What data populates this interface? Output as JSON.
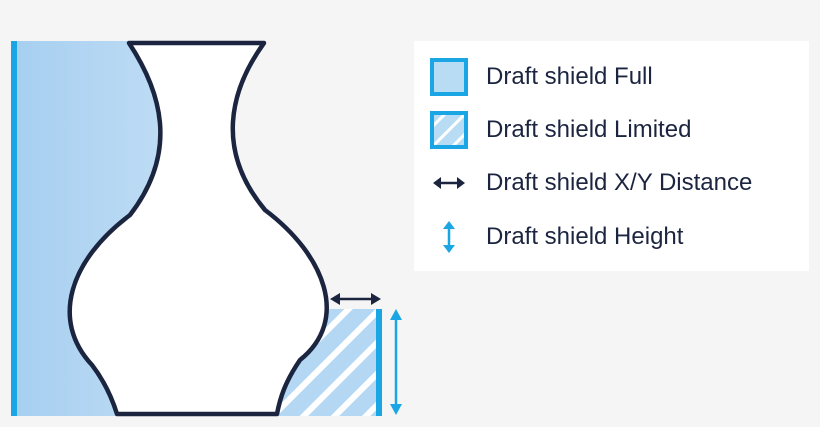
{
  "legend": {
    "items": [
      {
        "label": "Draft shield Full",
        "icon": "solid-fill-swatch-icon"
      },
      {
        "label": "Draft shield Limited",
        "icon": "hatched-swatch-icon"
      },
      {
        "label": "Draft shield X/Y Distance",
        "icon": "horizontal-double-arrow-icon"
      },
      {
        "label": "Draft shield Height",
        "icon": "vertical-double-arrow-icon"
      }
    ]
  },
  "colors": {
    "accent_blue": "#1aa6e4",
    "fill_light": "#c3def6",
    "fill_lighter": "#a6cff0",
    "outline_dark": "#1c2540",
    "background": "#f5f5f5"
  }
}
